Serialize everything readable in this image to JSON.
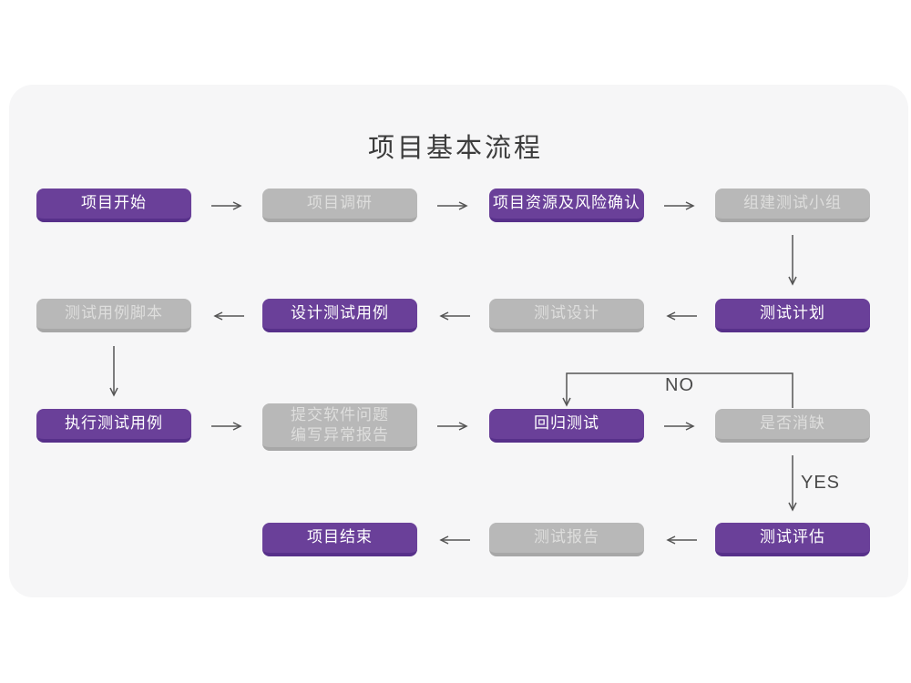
{
  "title": "项目基本流程",
  "labels": {
    "no": "NO",
    "yes": "YES"
  },
  "colors": {
    "page_background": "#ffffff",
    "card_background": "#f6f6f7",
    "node_purple": "#6a4099",
    "node_purple_edge": "#57308a",
    "node_gray": "#b8b8b8",
    "node_gray_edge": "#a7a7a7",
    "node_text_on_purple": "#ffffff",
    "node_text_on_gray": "#dededd",
    "arrow": "#555555",
    "title_text": "#3c3c3c"
  },
  "nodes": [
    {
      "id": "project-start",
      "label": "项目开始",
      "variant": "purple"
    },
    {
      "id": "project-research",
      "label": "项目调研",
      "variant": "gray"
    },
    {
      "id": "resource-risk-confirm",
      "label": "项目资源及风险确认",
      "variant": "purple"
    },
    {
      "id": "build-test-team",
      "label": "组建测试小组",
      "variant": "gray"
    },
    {
      "id": "test-plan",
      "label": "测试计划",
      "variant": "purple"
    },
    {
      "id": "test-design",
      "label": "测试设计",
      "variant": "gray"
    },
    {
      "id": "design-test-cases",
      "label": "设计测试用例",
      "variant": "purple"
    },
    {
      "id": "test-case-scripts",
      "label": "测试用例脚本",
      "variant": "gray"
    },
    {
      "id": "run-test-cases",
      "label": "执行测试用例",
      "variant": "purple"
    },
    {
      "id": "submit-issue-report",
      "label": "提交软件问题\n编写异常报告",
      "variant": "gray"
    },
    {
      "id": "regression-test",
      "label": "回归测试",
      "variant": "purple"
    },
    {
      "id": "defect-cleared",
      "label": "是否消缺",
      "variant": "gray"
    },
    {
      "id": "test-evaluation",
      "label": "测试评估",
      "variant": "purple"
    },
    {
      "id": "test-report",
      "label": "测试报告",
      "variant": "gray"
    },
    {
      "id": "project-end",
      "label": "项目结束",
      "variant": "purple"
    }
  ]
}
